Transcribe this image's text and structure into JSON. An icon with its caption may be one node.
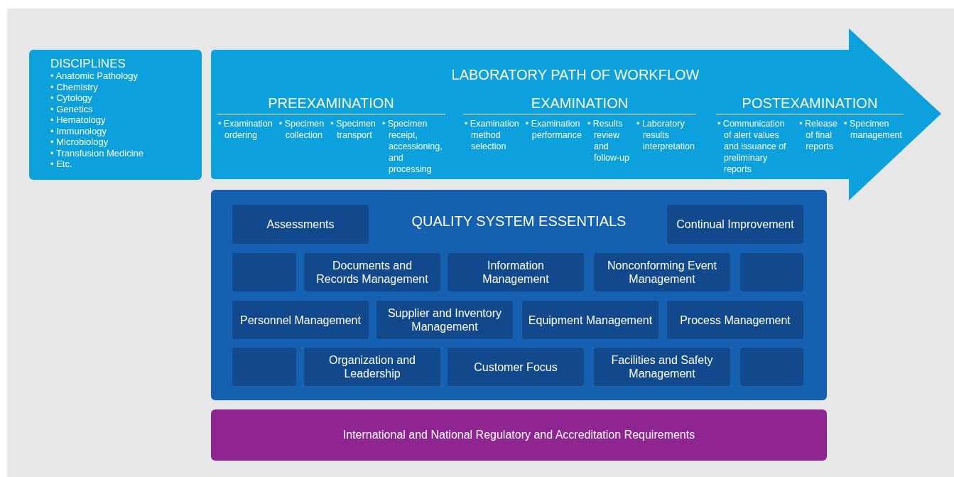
{
  "diagram": {
    "nodes": [
      {
        "text": [
          "DISCIPLINES",
          "• Anatomic Pathology",
          "• Chemistry",
          "• Cytology",
          "• Genetics",
          "• Hematology",
          "• Immunology",
          "• Microbiology",
          "• Transfusion Medicine",
          "• Etc."
        ]
      },
      {
        "text": [
          "LABORATORY PATH OF WORKFLOW"
        ]
      },
      {
        "text": [
          "PREEXAMINATION",
          "• Examination ordering",
          "• Specimen collection",
          "• Specimen transport",
          "• Specimen receipt, accessioning, and processing"
        ],
        "in": 1
      },
      {
        "text": [
          "EXAMINATION",
          "• Examination method selection",
          "• Examination performance",
          "• Results review and follow-up",
          "• Laboratory results interpretation"
        ],
        "in": 1
      },
      {
        "text": [
          "POSTEXAMINATION",
          "• Communication of alert values and issuance of preliminary reports",
          "• Release of final reports",
          "• Specimen management"
        ],
        "in": 1
      },
      {
        "text": [
          "QUALITY SYSTEM ESSENTIALS"
        ]
      },
      {
        "text": [
          "Assessments"
        ],
        "in": 5
      },
      {
        "text": [
          "Continual Improvement"
        ],
        "in": 5
      },
      {
        "text": [],
        "shape": "box",
        "in": 5
      },
      {
        "text": [
          "Documents and Records Management"
        ],
        "in": 5
      },
      {
        "text": [
          "Information Management"
        ],
        "in": 5
      },
      {
        "text": [
          "Nonconforming Event Management"
        ],
        "in": 5
      },
      {
        "text": [],
        "shape": "box",
        "in": 5
      },
      {
        "text": [
          "Personnel Management"
        ],
        "in": 5
      },
      {
        "text": [
          "Supplier and Inventory Management"
        ],
        "in": 5
      },
      {
        "text": [
          "Equipment Management"
        ],
        "in": 5
      },
      {
        "text": [
          "Process Management"
        ],
        "in": 5
      },
      {
        "text": [],
        "shape": "box",
        "in": 5
      },
      {
        "text": [
          "Organization and Leadership"
        ],
        "in": 5
      },
      {
        "text": [
          "Customer Focus"
        ],
        "in": 5
      },
      {
        "text": [
          "Facilities and Safety Management"
        ],
        "in": 5
      },
      {
        "text": [],
        "shape": "box",
        "in": 5
      },
      {
        "text": [
          "International and National Regulatory and Accreditation Requirements"
        ]
      }
    ],
    "edges": []
  }
}
